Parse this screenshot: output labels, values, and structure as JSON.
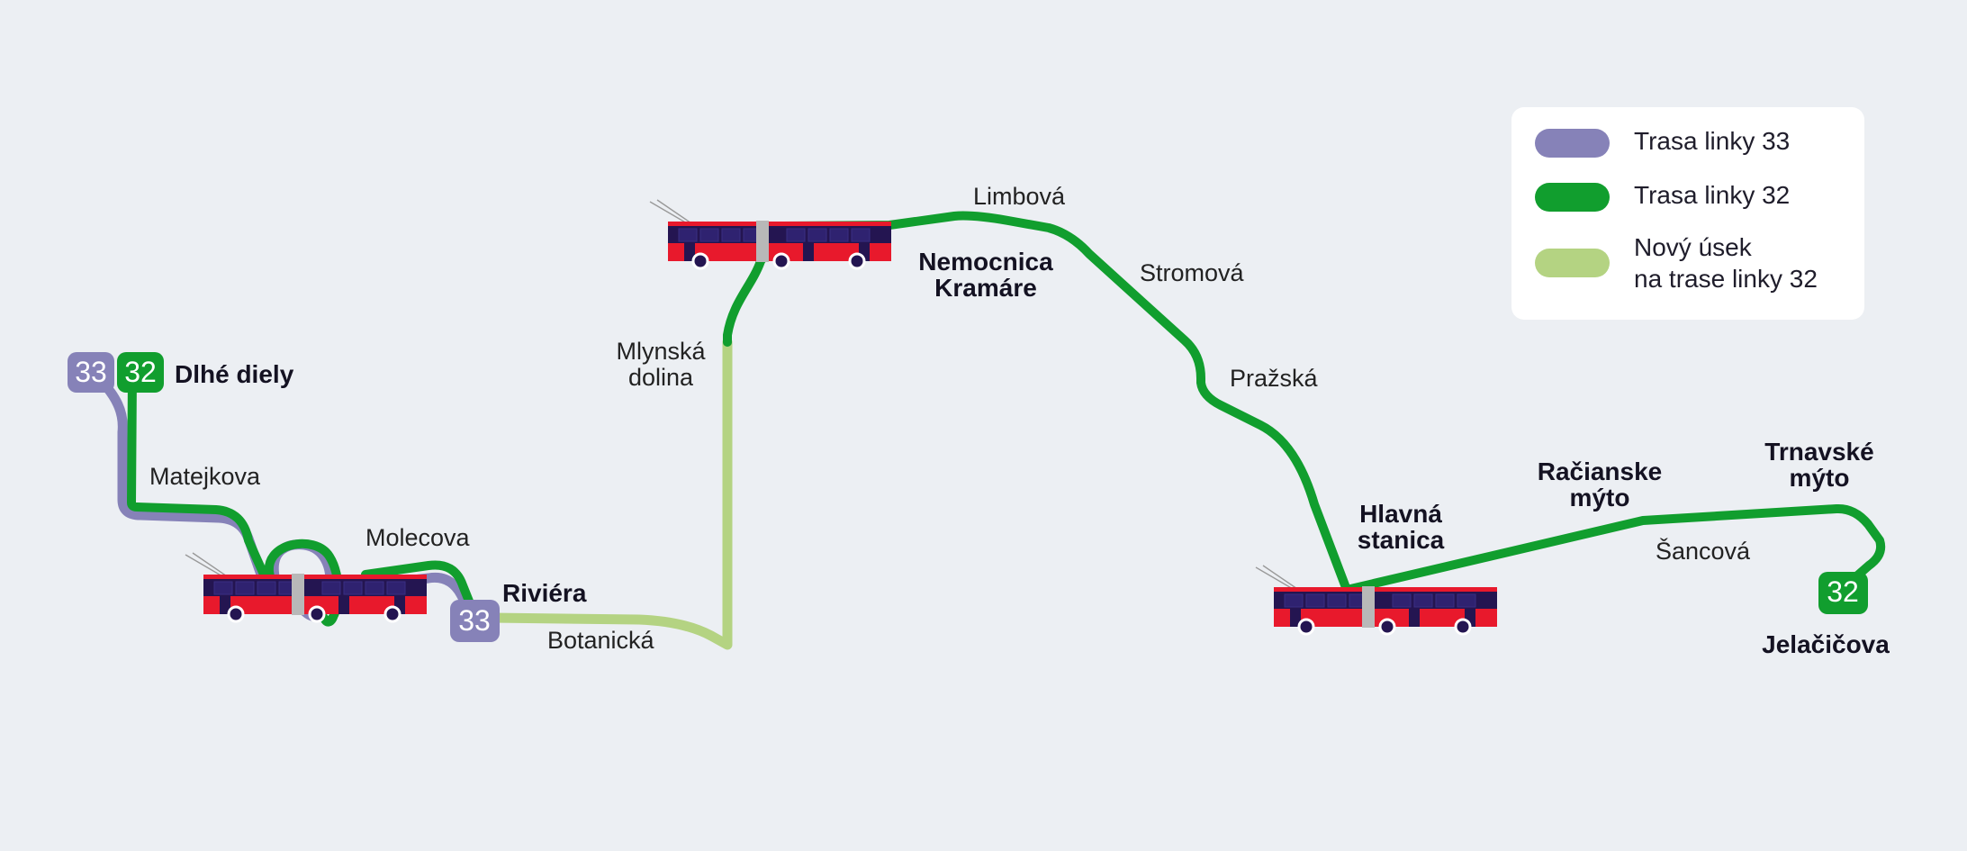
{
  "colors": {
    "line33": "#8682B8",
    "line32": "#119E2E",
    "new_section": "#B4D382",
    "bus_body": "#241551",
    "bus_red": "#E8192C",
    "background": "#ECEFF3"
  },
  "legend": {
    "items": [
      {
        "label": "Trasa linky 33",
        "color": "#8682B8"
      },
      {
        "label": "Trasa linky 32",
        "color": "#119E2E"
      },
      {
        "label_line1": "Nový úsek",
        "label_line2": "na trase linky 32",
        "color": "#B4D382"
      }
    ]
  },
  "badges": {
    "dlhe_33": "33",
    "dlhe_32": "32",
    "riviera_33": "33",
    "jelacicova_32": "32"
  },
  "stops": {
    "dlhe_diely": "Dlhé diely",
    "riviera": "Riviéra",
    "nemocnica_1": "Nemocnica",
    "nemocnica_2": "Kramáre",
    "hlavna_1": "Hlavná",
    "hlavna_2": "stanica",
    "racianske_1": "Račianske",
    "racianske_2": "mýto",
    "trnavske_1": "Trnavské",
    "trnavske_2": "mýto",
    "jelacicova": "Jelačičova"
  },
  "streets": {
    "matejkova": "Matejkova",
    "molecova": "Molecova",
    "botanicka": "Botanická",
    "mlynska_1": "Mlynská",
    "mlynska_2": "dolina",
    "limbova": "Limbová",
    "stromova": "Stromová",
    "prazska": "Pražská",
    "sancova": "Šancová"
  },
  "icons": [
    "trolleybus-icon",
    "trolleybus-icon",
    "trolleybus-icon"
  ]
}
